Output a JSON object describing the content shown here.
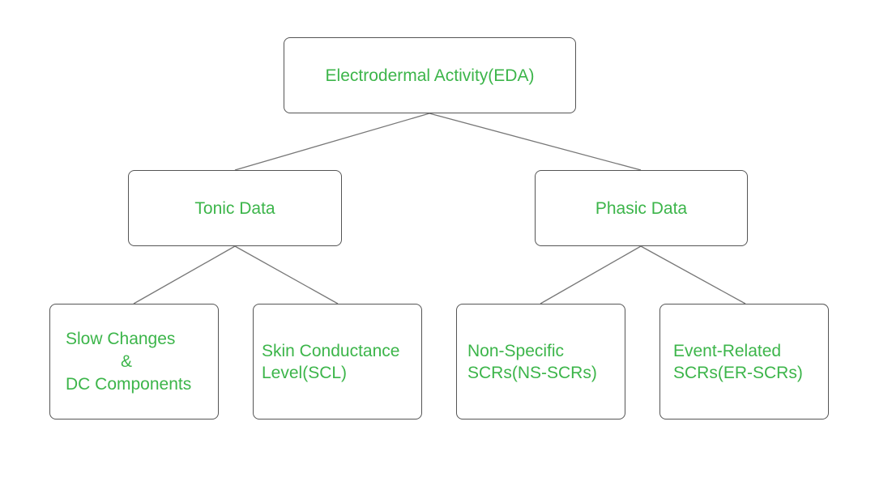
{
  "colors": {
    "text": "#3cb54a",
    "border": "#555555",
    "connector": "#777777",
    "background": "#ffffff"
  },
  "diagram": {
    "root": {
      "label": "Electrodermal Activity(EDA)"
    },
    "branches": [
      {
        "label": "Tonic Data",
        "children": [
          {
            "lines": [
              "Slow Changes",
              "&",
              "DC Components"
            ]
          },
          {
            "lines": [
              "Skin Conductance",
              "Level(SCL)"
            ]
          }
        ]
      },
      {
        "label": "Phasic Data",
        "children": [
          {
            "lines": [
              "Non-Specific",
              "SCRs(NS-SCRs)"
            ]
          },
          {
            "lines": [
              "Event-Related",
              "SCRs(ER-SCRs)"
            ]
          }
        ]
      }
    ]
  }
}
